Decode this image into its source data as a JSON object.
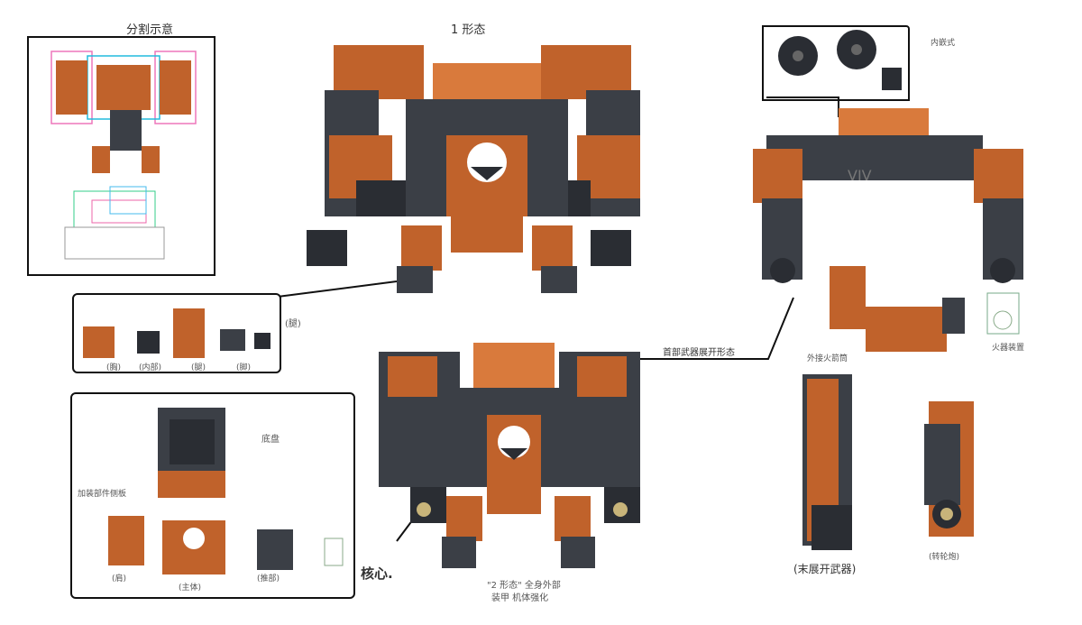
{
  "labels": {
    "split_title": "分割示意",
    "form1_title": "1 形态",
    "form2_line1": "\"2 形态\" 全身外部",
    "form2_line2": "装甲 机体强化",
    "top_weapon": "首部武器展开形态",
    "weapon_style": "内嵌式",
    "leg": "(腿)",
    "core": "核心.",
    "base": "底盘",
    "part_side": "加装部件侧板",
    "core_body": "(主体)",
    "core_left": "(肩)",
    "core_right": "(推部)",
    "leg_p1": "(胸)",
    "leg_p2": "(内部)",
    "leg_p3": "(腿)",
    "leg_p4": "(脚)",
    "arm_note": "外接火箭筒",
    "launcher_note": "火器装置",
    "end_weapon": "(末展开武器)",
    "end_weapon_note": "(转轮炮)"
  },
  "colors": {
    "armor": "#c0622b",
    "armor_light": "#d97a3c",
    "frame": "#3b3f46",
    "frame_dark": "#2a2d33"
  }
}
